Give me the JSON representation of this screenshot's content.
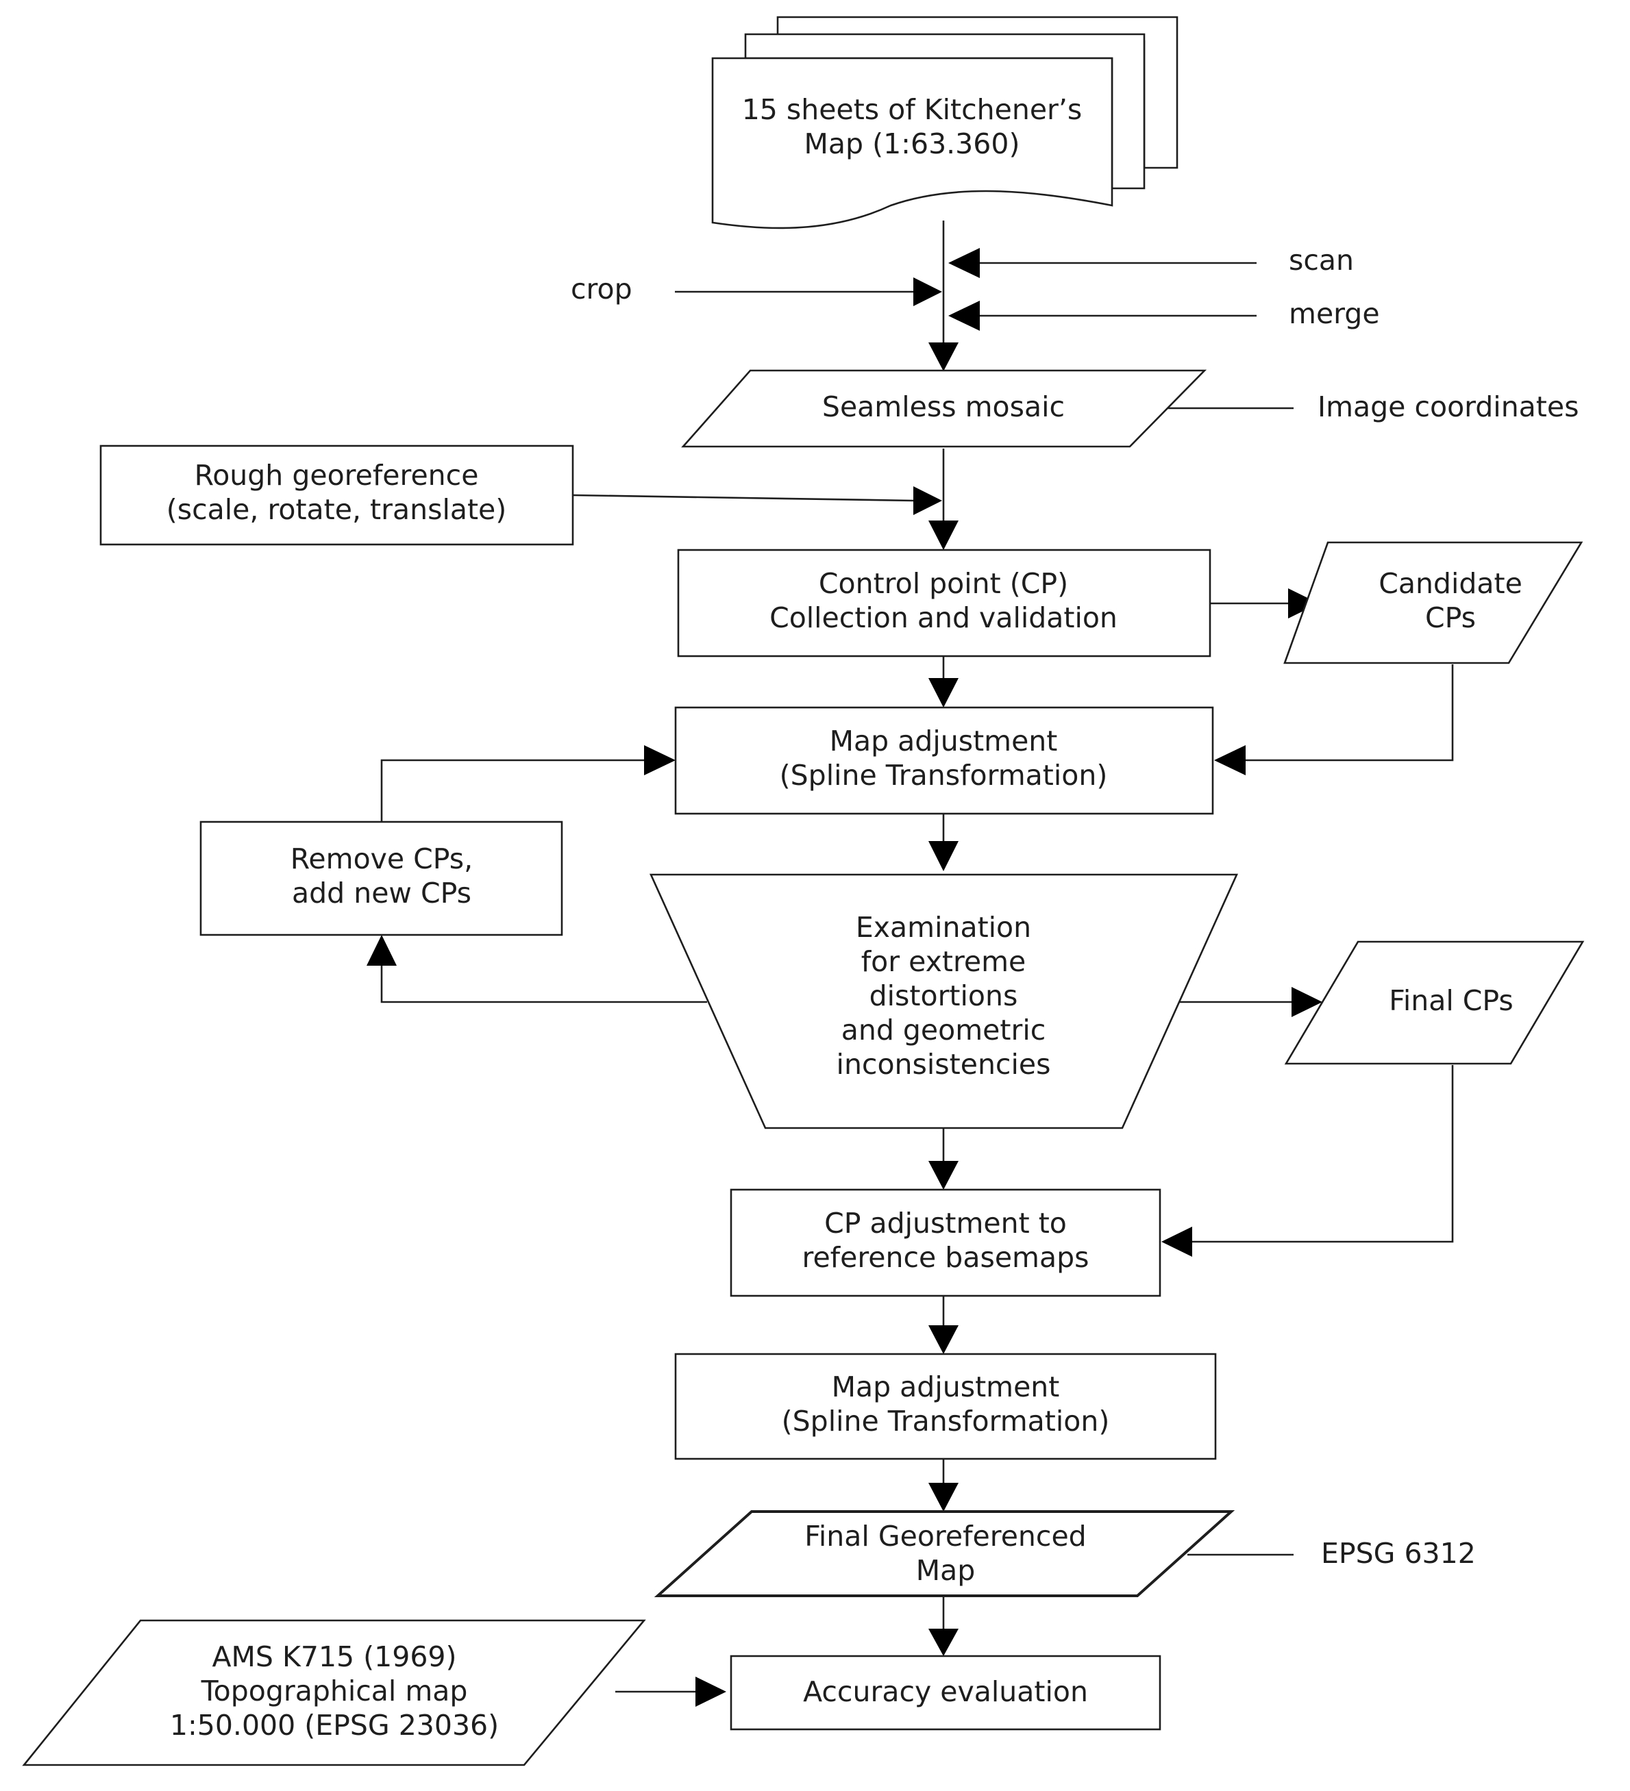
{
  "nodes": {
    "source_maps": [
      "15 sheets of Kitchener’s",
      "Map (1:63.360)"
    ],
    "scan": "scan",
    "merge": "merge",
    "crop": "crop",
    "seamless_mosaic": "Seamless mosaic",
    "image_coordinates": "Image coordinates",
    "rough_georeference": [
      "Rough georeference",
      "(scale, rotate, translate)"
    ],
    "control_point_collection": [
      "Control point (CP)",
      "Collection and validation"
    ],
    "candidate_cps": [
      "Candidate",
      "CPs"
    ],
    "map_adjustment_1": [
      "Map adjustment",
      "(Spline Transformation)"
    ],
    "remove_add_cps": [
      "Remove CPs,",
      "add new CPs"
    ],
    "examination": [
      "Examination",
      "for extreme",
      "distortions",
      "and geometric",
      "inconsistencies"
    ],
    "final_cps": "Final CPs",
    "cp_adjustment": [
      "CP adjustment to",
      "reference basemaps"
    ],
    "map_adjustment_2": [
      "Map adjustment",
      "(Spline Transformation)"
    ],
    "final_georeferenced_map": [
      "Final Georeferenced",
      "Map"
    ],
    "epsg_6312": "EPSG 6312",
    "ams_k715": [
      "AMS K715 (1969)",
      "Topographical map",
      "1:50.000 (EPSG 23036)"
    ],
    "accuracy_evaluation": "Accuracy evaluation"
  },
  "colors": {
    "stroke": "#1e1e1e",
    "arrowhead": "#000000",
    "background": "#ffffff"
  }
}
